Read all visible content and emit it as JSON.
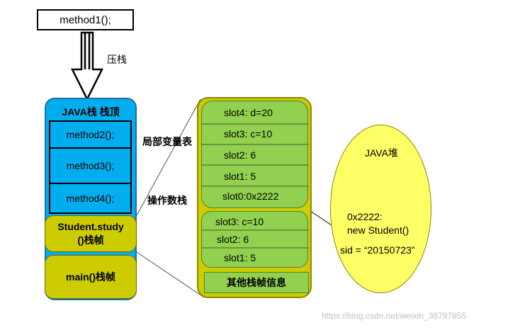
{
  "top_call": "method1();",
  "push_label": "压栈",
  "java_stack": {
    "title": "JAVA栈  栈顶",
    "frames": [
      "method2();",
      "method3();",
      "method4();"
    ],
    "student_frame": "Student.study\n()栈帧",
    "main_frame": "main()栈帧"
  },
  "side_labels": {
    "local_vars": "局部变量表",
    "operand_stack": "操作数栈"
  },
  "stack_frame": {
    "local_variable_slots": [
      "slot4:  d=20",
      "slot3:  c=10",
      "slot2:  6",
      "slot1:  5",
      "slot0:0x2222"
    ],
    "operand_slots": [
      "slot3:  c=10",
      "slot2:  6",
      "slot1:  5"
    ],
    "other_info": "其他栈帧信息"
  },
  "heap": {
    "title": "JAVA堆",
    "address": "0x2222:",
    "object": "new Student()",
    "field": "sid = “20150723”"
  },
  "watermark": "https://blog.csdn.net/weixin_38797855"
}
